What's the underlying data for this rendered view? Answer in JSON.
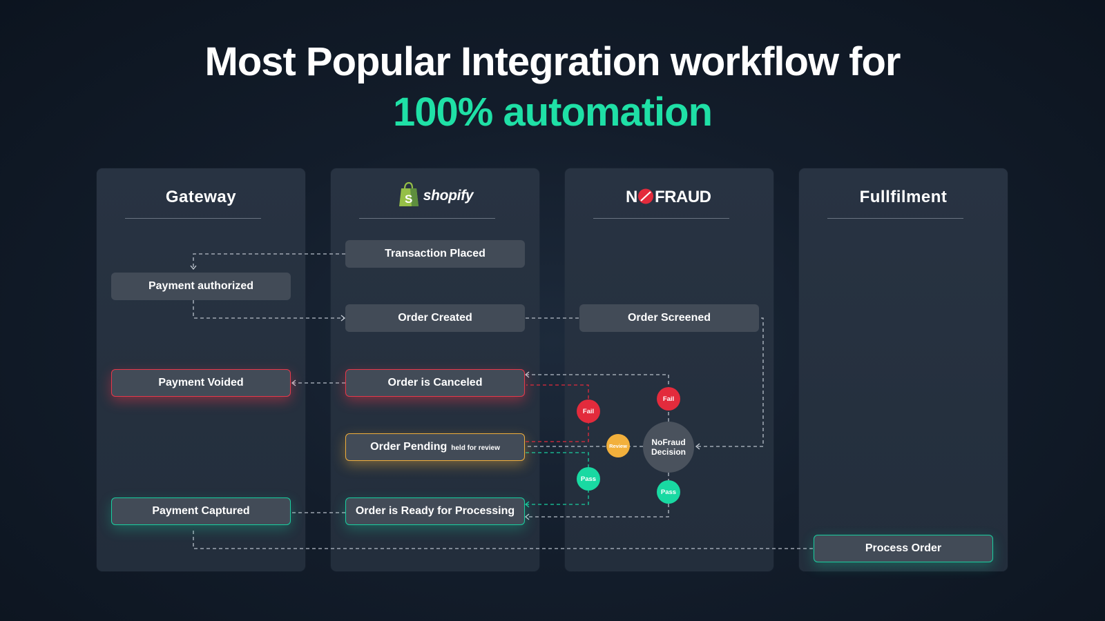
{
  "title": {
    "line1": "Most Popular Integration workflow for",
    "line2": "100% automation"
  },
  "columns": {
    "gateway": {
      "label": "Gateway"
    },
    "shopify": {
      "label": "shopify",
      "icon": "shopify-bag-logo"
    },
    "nofraud": {
      "label": "NOFRAUD",
      "icon": "nofraud-logo"
    },
    "fulfilment": {
      "label": "Fullfilment"
    }
  },
  "nodes": {
    "transaction_placed": "Transaction Placed",
    "payment_authorized": "Payment authorized",
    "order_created": "Order Created",
    "order_screened": "Order Screened",
    "payment_voided": "Payment Voided",
    "order_canceled": "Order is Canceled",
    "order_pending": "Order Pending",
    "order_pending_note": "held for review",
    "payment_captured": "Payment Captured",
    "order_ready": "Order is Ready for Processing",
    "process_order": "Process Order"
  },
  "decision": {
    "line1": "NoFraud",
    "line2": "Decision"
  },
  "badges": {
    "fail": "Fail",
    "pass": "Pass",
    "review": "Review"
  },
  "colors": {
    "accent_green": "#1fe0a6",
    "fail_red": "#e32b3c",
    "review_orange": "#f2b03c",
    "pass_green": "#19d9a2",
    "node_bg": "#424b57"
  }
}
